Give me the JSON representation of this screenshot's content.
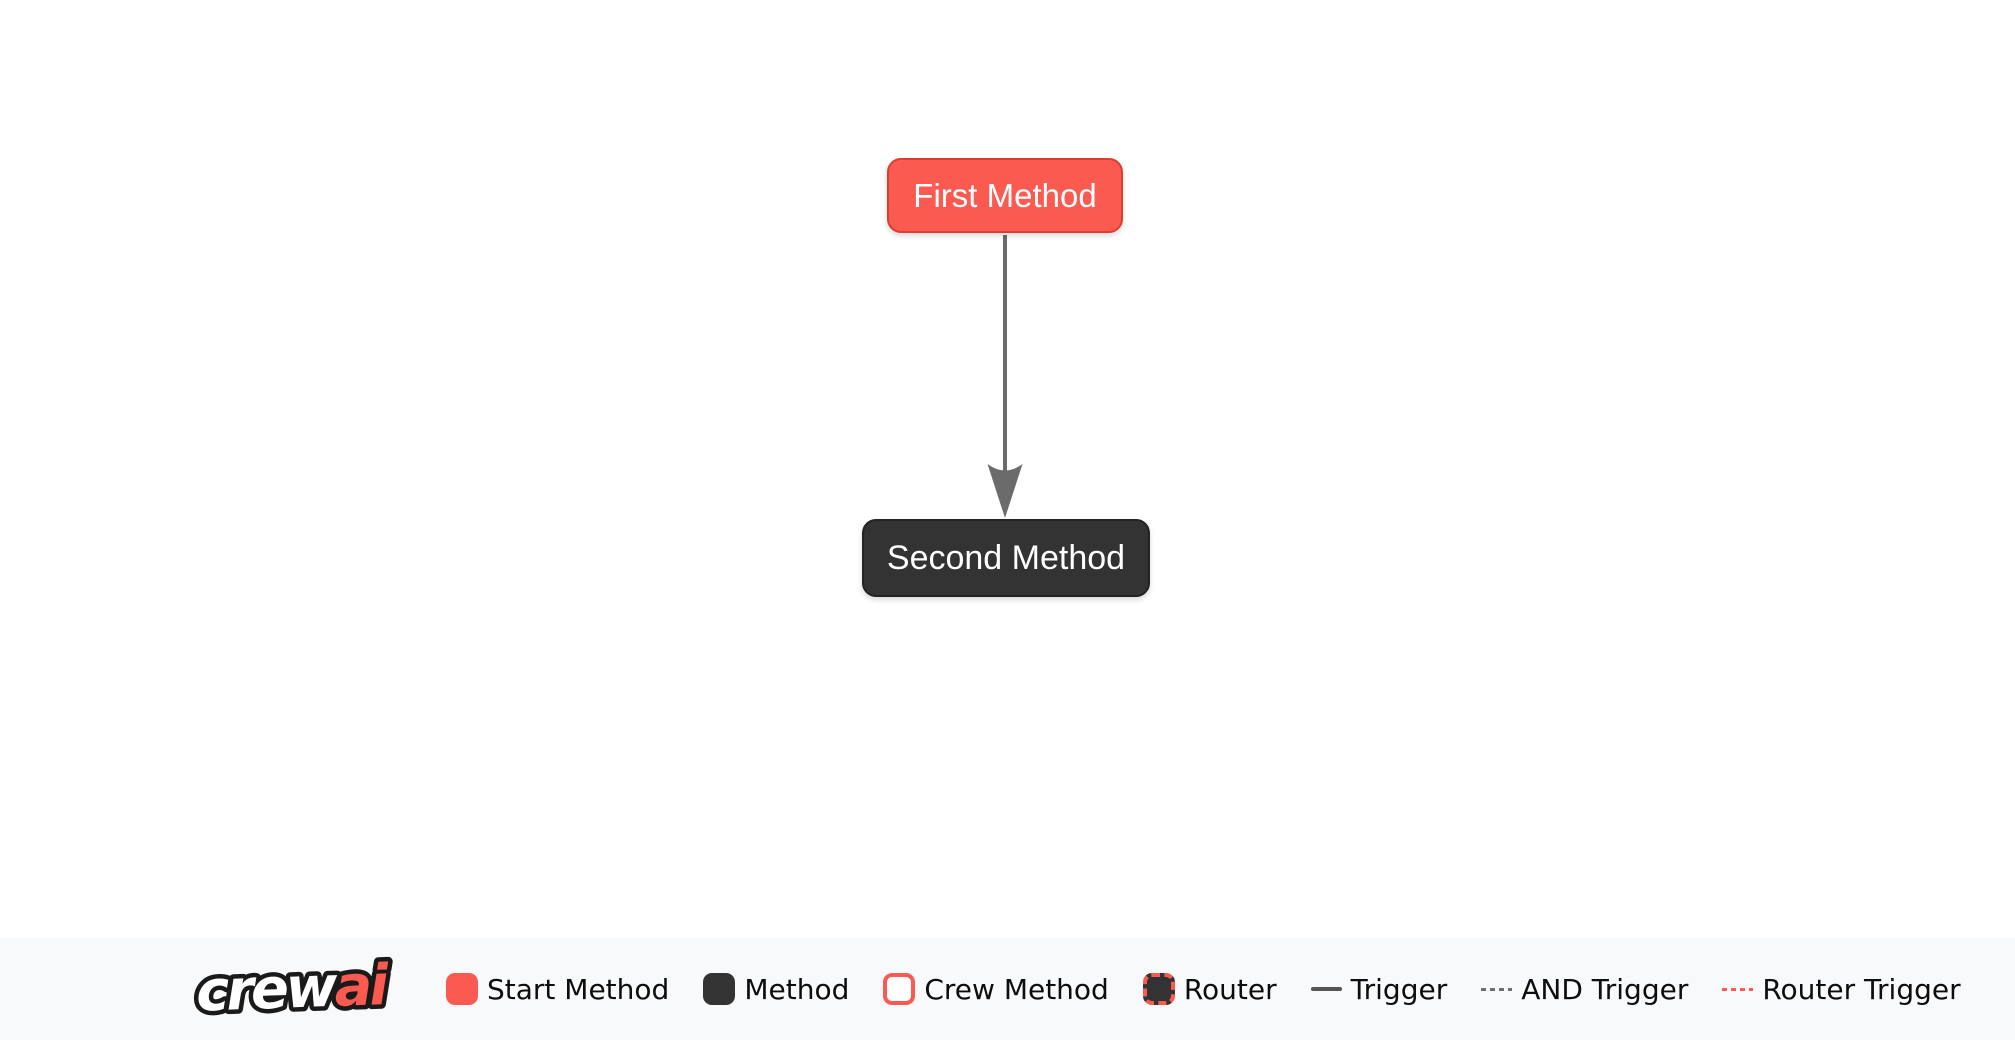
{
  "diagram": {
    "nodes": [
      {
        "label": "First Method",
        "type": "start-method"
      },
      {
        "label": "Second Method",
        "type": "method"
      }
    ],
    "edges": [
      {
        "from": 0,
        "to": 1,
        "type": "trigger"
      }
    ]
  },
  "logo": {
    "full": "crewai",
    "crew": "crew",
    "ai": "ai"
  },
  "legend": {
    "items": [
      {
        "label": "Start Method"
      },
      {
        "label": "Method"
      },
      {
        "label": "Crew Method"
      },
      {
        "label": "Router"
      },
      {
        "label": "Trigger"
      },
      {
        "label": "AND Trigger"
      },
      {
        "label": "Router Trigger"
      }
    ]
  },
  "colors": {
    "accent_red": "#fa5a50",
    "accent_red_border": "#d6402f",
    "node_dark": "#333333",
    "edge_gray": "#6b6b6b",
    "footer_bg": "#f8f9fa",
    "canvas_bg": "#ffffff"
  }
}
